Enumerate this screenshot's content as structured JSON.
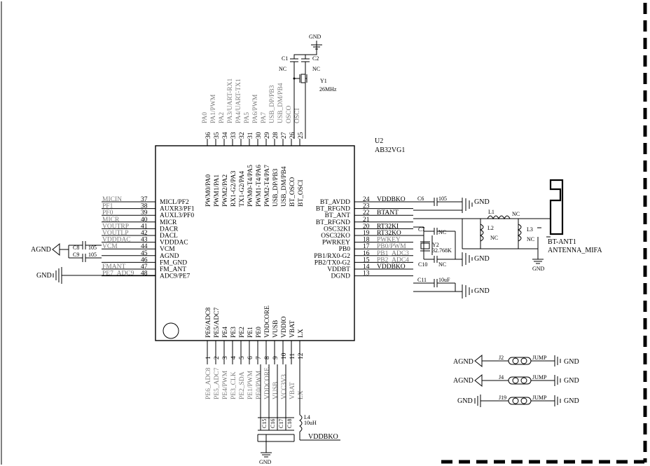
{
  "chip": {
    "ref": "U2",
    "part": "AB32VG1",
    "top_pins": [
      {
        "num": "36",
        "net": "PA0",
        "name": "PWM0/PA0"
      },
      {
        "num": "35",
        "net": "PA1/PWM",
        "name": "PWM1/PA1"
      },
      {
        "num": "34",
        "net": "PA2",
        "name": "PWM2/PA2"
      },
      {
        "num": "33",
        "net": "PA3/UART-RX1",
        "name": "RX1-G2/PA3"
      },
      {
        "num": "32",
        "net": "PA4/UART-TX1",
        "name": "TX1-G2/PA4"
      },
      {
        "num": "31",
        "net": "PA5",
        "name": "PWM0-T4/PA5"
      },
      {
        "num": "30",
        "net": "PA6/PWM",
        "name": "PWM1-T4/PA6"
      },
      {
        "num": "29",
        "net": "PA7",
        "name": "PWM2-T4/PA7"
      },
      {
        "num": "28",
        "net": "USB_DP/PB3",
        "name": "USB_DP/PB3"
      },
      {
        "num": "27",
        "net": "USB_DM/PB4",
        "name": "USB_DM/PB4"
      },
      {
        "num": "26",
        "net": "OSCO",
        "name": "BT_OSCO"
      },
      {
        "num": "25",
        "net": "OSCI",
        "name": "BT_OSCI"
      }
    ],
    "left_pins": [
      {
        "num": "37",
        "net": "MICIN",
        "name": "MICL/PF2"
      },
      {
        "num": "38",
        "net": "PF1",
        "name": "AUXR3/PF1"
      },
      {
        "num": "39",
        "net": "PF0",
        "name": "AUXL3/PF0"
      },
      {
        "num": "40",
        "net": "MICR",
        "name": "MICR"
      },
      {
        "num": "41",
        "net": "VOUTRP",
        "name": "DACR"
      },
      {
        "num": "42",
        "net": "VOUTLP",
        "name": "DACL"
      },
      {
        "num": "43",
        "net": "VDDDAC",
        "name": "VDDDAC"
      },
      {
        "num": "44",
        "net": "VCM",
        "name": "VCM"
      },
      {
        "num": "45",
        "net": "",
        "name": "AGND"
      },
      {
        "num": "46",
        "net": "",
        "name": "FM_GND"
      },
      {
        "num": "47",
        "net": "FMANT",
        "name": "FM_ANT"
      },
      {
        "num": "48",
        "net": "PE7_ADC9",
        "name": "ADC9/PE7"
      }
    ],
    "right_pins": [
      {
        "num": "24",
        "net": "VDDBKO",
        "name": "BT_AVDD"
      },
      {
        "num": "23",
        "net": "",
        "name": "BT_RFGND"
      },
      {
        "num": "22",
        "net": "BTANT",
        "name": "BT_ANT"
      },
      {
        "num": "21",
        "net": "",
        "name": "BT_RFGND"
      },
      {
        "num": "20",
        "net": "RT32KI",
        "name": "OSC32KI"
      },
      {
        "num": "19",
        "net": "RT32KO",
        "name": "OSC32KO"
      },
      {
        "num": "18",
        "net": "PWKEY",
        "name": "PWRKEY"
      },
      {
        "num": "17",
        "net": "PB0/PWM",
        "name": "PB0"
      },
      {
        "num": "16",
        "net": "PB1_ADC3",
        "name": "PB1/RX0-G2"
      },
      {
        "num": "15",
        "net": "PB2_ADC4",
        "name": "PB2/TX0-G2"
      },
      {
        "num": "14",
        "net": "VDDBKO",
        "name": "VDDBT"
      },
      {
        "num": "13",
        "net": "",
        "name": "DGND"
      }
    ],
    "bottom_pins": [
      {
        "num": "1",
        "net": "PE6_ADC8",
        "name": "PE6/ADC8"
      },
      {
        "num": "2",
        "net": "PE5_ADC7",
        "name": "PE5/ADC7"
      },
      {
        "num": "3",
        "net": "PE4/PWM",
        "name": "PE4"
      },
      {
        "num": "4",
        "net": "PE3_CLK",
        "name": "PE3"
      },
      {
        "num": "5",
        "net": "PE2_SDA",
        "name": "PE2"
      },
      {
        "num": "6",
        "net": "PE1/PWM",
        "name": "PE1"
      },
      {
        "num": "7",
        "net": "PE0/PWM",
        "name": "PE0"
      },
      {
        "num": "8",
        "net": "VDDCORE",
        "name": "VDDCORE"
      },
      {
        "num": "9",
        "net": "VUSB",
        "name": "VUSB"
      },
      {
        "num": "10",
        "net": "VCC3V3",
        "name": "VDDIO"
      },
      {
        "num": "11",
        "net": "VBAT",
        "name": "VBAT"
      },
      {
        "num": "12",
        "net": "LX",
        "name": "LX"
      }
    ]
  },
  "labels": {
    "gnd": "GND",
    "agnd": "AGND",
    "c1": "C1",
    "c2": "C2",
    "nc": "NC",
    "y1": "Y1",
    "y1_freq": "26MHz",
    "c6": "C6",
    "c7": "C7",
    "c10": "C10",
    "c11": "C11",
    "c8": "C8",
    "c9": "C9",
    "v105": "105",
    "v10uf": "10uF",
    "y2": "Y2",
    "y2_freq": "32.768K",
    "l1": "L1",
    "l2": "L2",
    "l3": "L3",
    "ant_ref": "BT-ANT1",
    "ant_name": "ANTENNA_MIFA",
    "c15": "C15",
    "c16": "C16",
    "c17": "C17",
    "c18": "C18",
    "l4": "L4",
    "l4_val": "10uH",
    "vddbko": "VDDBKO",
    "j2": "J2",
    "j4": "J4",
    "j19": "J19",
    "jump": "JUMP"
  }
}
